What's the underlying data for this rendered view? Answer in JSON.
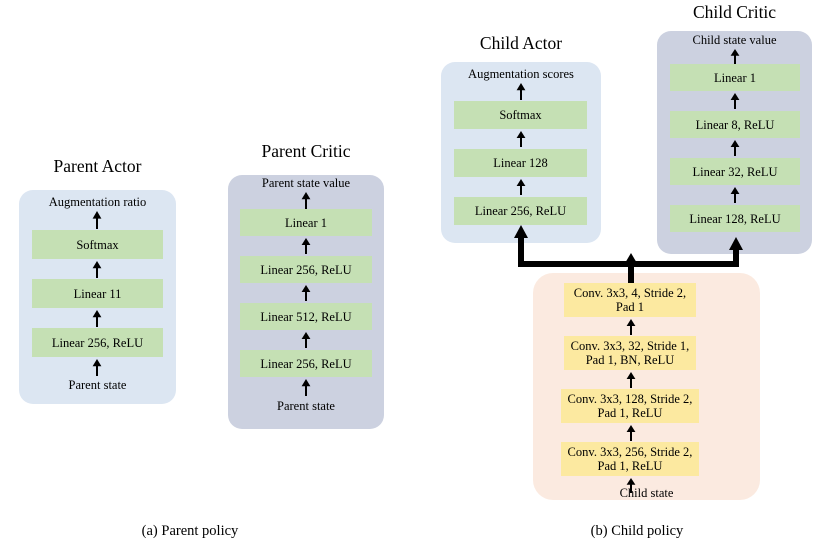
{
  "figure": {
    "captions": [
      {
        "id": "parent-policy",
        "text": "(a) Parent policy"
      },
      {
        "id": "child-policy",
        "text": "(b) Child policy"
      }
    ]
  },
  "colors": {
    "panel_blue": "#dce6f2",
    "panel_gray_blue": "#ccd1e0",
    "panel_peach": "#fbeae0",
    "box_green": "#c5e0b4",
    "box_yellow": "#fce9a0",
    "arrow": "#000000",
    "text": "#000000",
    "background": "#ffffff"
  },
  "blocks": {
    "parent_actor": {
      "title": "Parent Actor",
      "output_label": "Augmentation ratio",
      "input_label": "Parent state",
      "layers": [
        "Softmax",
        "Linear 11",
        "Linear 256, ReLU"
      ]
    },
    "parent_critic": {
      "title": "Parent Critic",
      "output_label": "Parent state value",
      "input_label": "Parent state",
      "layers": [
        "Linear 1",
        "Linear 256, ReLU",
        "Linear 512, ReLU",
        "Linear 256, ReLU"
      ]
    },
    "child_actor": {
      "title": "Child Actor",
      "output_label": "Augmentation scores",
      "layers": [
        "Softmax",
        "Linear 128",
        "Linear 256, ReLU"
      ]
    },
    "child_critic": {
      "title": "Child Critic",
      "output_label": "Child state value",
      "layers": [
        "Linear 1",
        "Linear 8, ReLU",
        "Linear 32, ReLU",
        "Linear 128, ReLU"
      ]
    },
    "child_encoder": {
      "input_label": "Child state",
      "layers": [
        "Conv. 3x3, 4, Stride 2,\nPad 1",
        "Conv. 3x3, 32, Stride 1,\nPad 1, BN, ReLU",
        "Conv. 3x3, 128, Stride 2,\nPad 1, ReLU",
        "Conv. 3x3, 256, Stride 2,\nPad 1, ReLU"
      ]
    }
  }
}
